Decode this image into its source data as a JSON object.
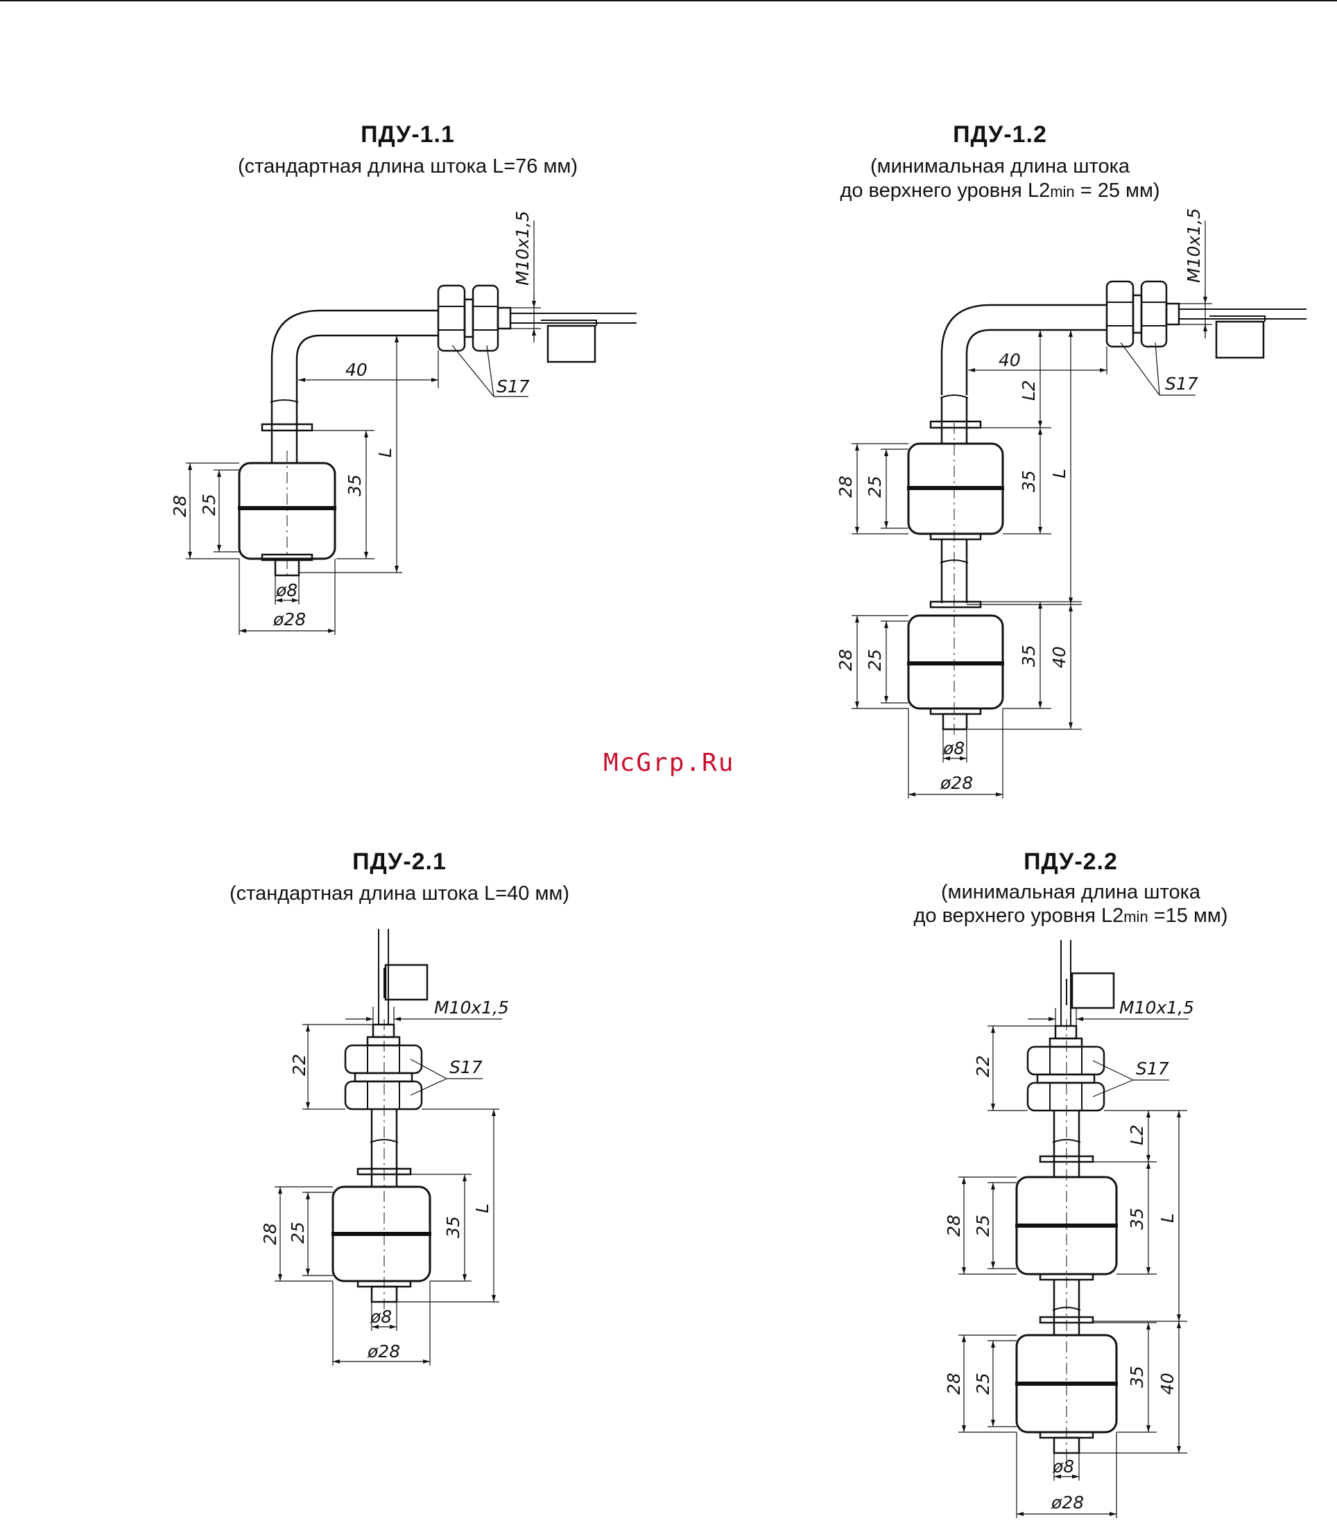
{
  "watermark": "McGrp.Ru",
  "colors": {
    "ink": "#111111",
    "watermark": "#c8102e",
    "background": "#ffffff"
  },
  "pdu11": {
    "title": "ПДУ-1.1",
    "subtitle": "(стандартная длина штока L=76 мм)",
    "dims": {
      "thread": "M10x1,5",
      "wrench": "S17",
      "arm": "40",
      "length": "L",
      "h35": "35",
      "h28": "28",
      "h25": "25",
      "d8": "ø8",
      "d28": "ø28"
    }
  },
  "pdu12": {
    "title": "ПДУ-1.2",
    "subtitle_line1": "(минимальная длина штока",
    "subtitle_line2_prefix": "до верхнего уровня L2",
    "subtitle_min": "min",
    "subtitle_line2_suffix": " = 25 мм)",
    "dims": {
      "thread": "M10x1,5",
      "wrench": "S17",
      "arm": "40",
      "l2": "L2",
      "length": "L",
      "h35": "35",
      "h28": "28",
      "h25": "25",
      "h35b": "35",
      "h28b": "28",
      "h25b": "25",
      "h40": "40",
      "d8": "ø8",
      "d28": "ø28"
    }
  },
  "pdu21": {
    "title": "ПДУ-2.1",
    "subtitle": "(стандартная длина штока L=40 мм)",
    "dims": {
      "thread": "M10x1,5",
      "wrench": "S17",
      "h22": "22",
      "length": "L",
      "h35": "35",
      "h28": "28",
      "h25": "25",
      "d8": "ø8",
      "d28": "ø28"
    }
  },
  "pdu22": {
    "title": "ПДУ-2.2",
    "subtitle_line1": "(минимальная длина штока",
    "subtitle_line2_prefix": "до верхнего уровня L2",
    "subtitle_min": "min",
    "subtitle_line2_suffix": " =15 мм)",
    "dims": {
      "thread": "M10x1,5",
      "wrench": "S17",
      "h22": "22",
      "l2": "L2",
      "length": "L",
      "h35": "35",
      "h28": "28",
      "h25": "25",
      "h35b": "35",
      "h28b": "28",
      "h25b": "25",
      "h40": "40",
      "d8": "ø8",
      "d28": "ø28"
    }
  }
}
